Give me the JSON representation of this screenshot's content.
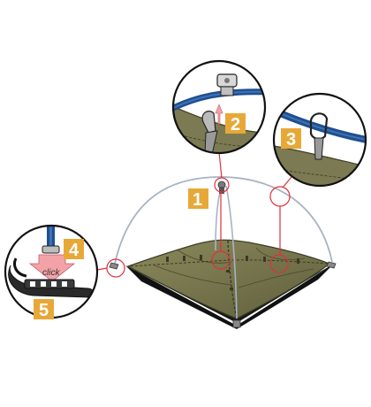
{
  "figure": {
    "steps": [
      {
        "number": "1"
      },
      {
        "number": "2"
      },
      {
        "number": "3"
      },
      {
        "number": "4"
      },
      {
        "number": "5"
      }
    ],
    "click_label": "click"
  },
  "colors": {
    "badge": "#e8a838",
    "callout": "#e0303a",
    "pole": "#9aa7b8",
    "fabric": "#6e6e48",
    "fabric_light": "#8c8a5c",
    "floor": "#1a1a1a",
    "strap_blue": "#1f4f8f",
    "arrow_pink": "#f3a3a8"
  },
  "icons": [
    "tent-icon",
    "pole-hub-icon",
    "clip-icon",
    "buckle-icon",
    "stake-icon"
  ]
}
